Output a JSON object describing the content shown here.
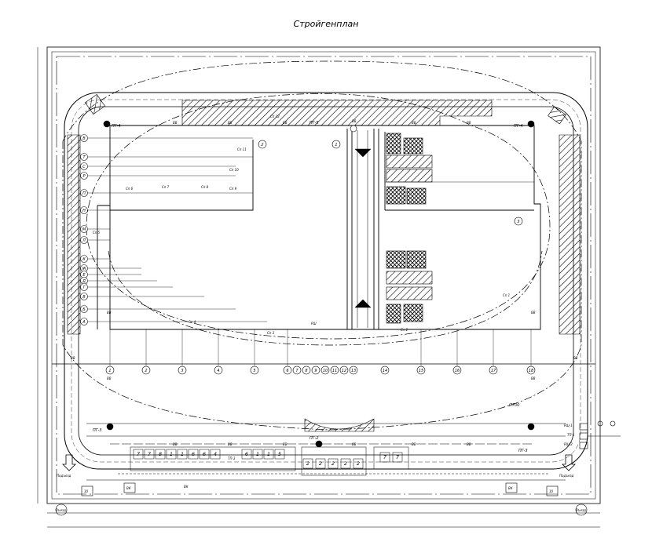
{
  "title": "Стройгенплан",
  "labels": {
    "pt4_left": "ПГ-4",
    "pt4_right": "ПГ-4",
    "pt3_left": "ПГ-3",
    "pt3_right": "ПГ-3",
    "pt2": "ПГ-2",
    "pg5": "ПГ-5",
    "rsh": "РШ",
    "vk_left": "ВК",
    "vk_right": "ВК",
    "vk_bottom": "ВК",
    "num10_left": "10",
    "num10_right": "10",
    "d700": "Ø700",
    "pd1": "РЩ-1",
    "tp1": "ТП-1",
    "pd2": "РЩ-2",
    "entry_left": "Въезд",
    "entry_right": "Въезд",
    "podezd_left": "Подъезд",
    "podezd_right": "Подъезд",
    "tag_hatch": "КЛ"
  },
  "line_code_segments": [
    "ВВ",
    "ВВ",
    "ВВ",
    "ВВ",
    "ВВ",
    "ВВ",
    "ВВ",
    "ВВ",
    "ВВ",
    "ВВ",
    "ВВ",
    "ВВ",
    "ВВ",
    "ВВ",
    "ВВ",
    "ВВ",
    "ВВ",
    "ВВ"
  ],
  "row_axes": [
    "В",
    "Т",
    "С",
    "Р",
    "П",
    "Н",
    "М",
    "Л",
    "К",
    "Ж",
    "Е",
    "Д",
    "Г",
    "В",
    "Б",
    "А"
  ],
  "col_axes": [
    "1",
    "2",
    "3",
    "4",
    "5",
    "6",
    "7",
    "8",
    "9",
    "10",
    "11",
    "12",
    "13",
    "14",
    "15",
    "16",
    "17",
    "18"
  ],
  "building_markers": [
    "1",
    "2",
    "3"
  ],
  "crane_labels": [
    "Сп 12",
    "Сп 11",
    "Сп 10",
    "Сп 9",
    "Сп 8",
    "Сп 7",
    "Сп 6",
    "Сп 5",
    "Сп 4",
    "Сп 3",
    "Сп 2",
    "Сп 1"
  ],
  "storage_numbers": [
    "7",
    "7",
    "8",
    "1",
    "1",
    "6",
    "6",
    "4",
    "6",
    "1",
    "1",
    "5",
    "2",
    "2",
    "2",
    "2",
    "2",
    "7",
    "7"
  ],
  "store_tag": "ТП-3",
  "colors": {
    "ink": "#000000",
    "paper": "#ffffff",
    "hatch": "#000000"
  }
}
